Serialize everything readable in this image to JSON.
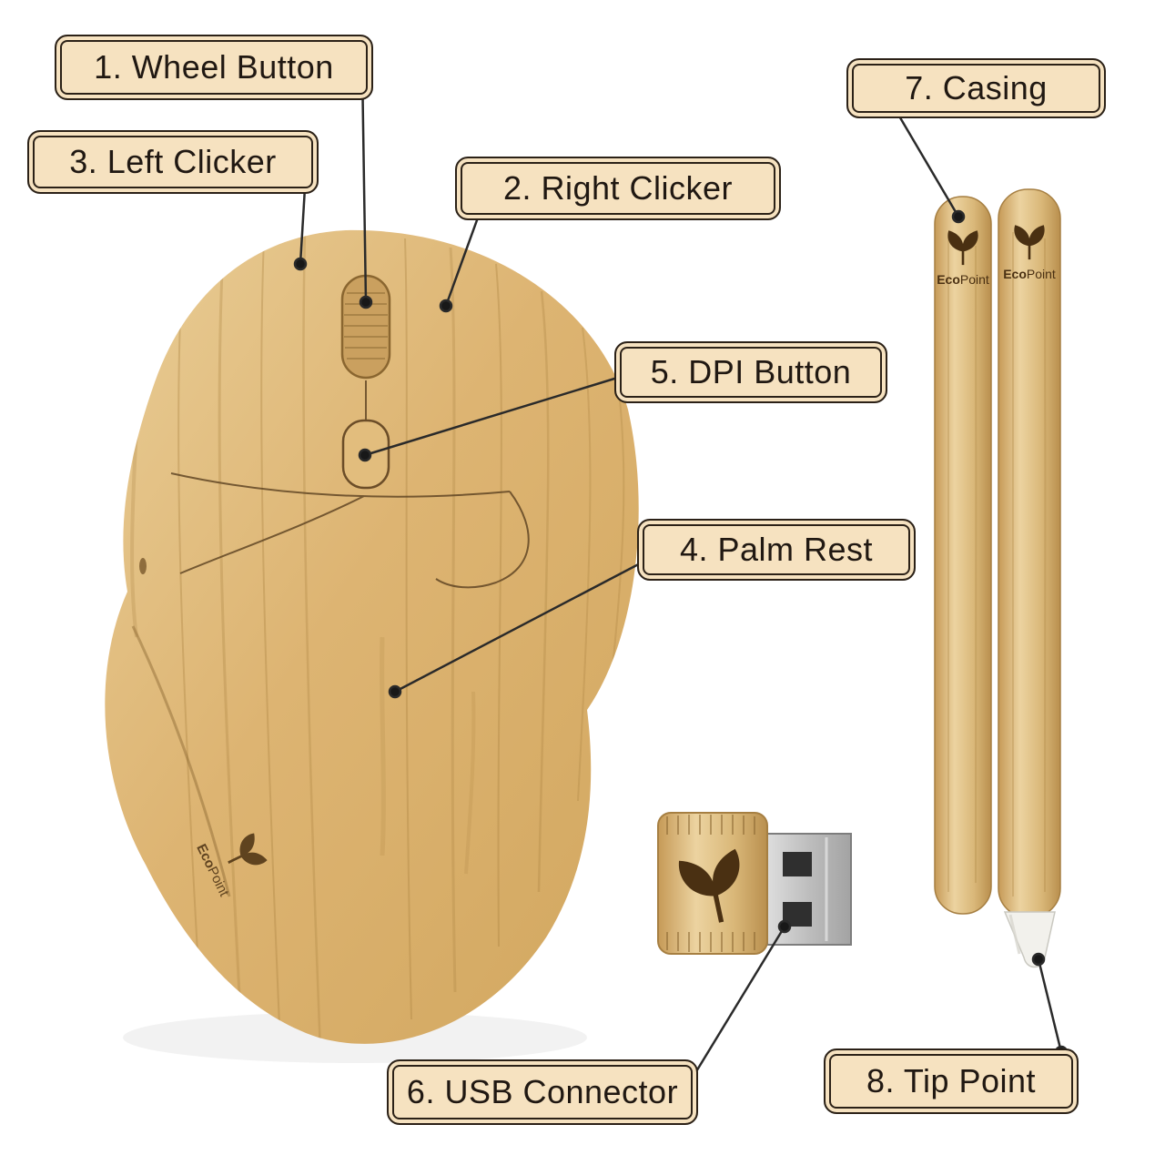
{
  "figure": {
    "type": "annotated product diagram",
    "subject": "Bamboo wireless mouse, USB receiver and eco pens"
  },
  "labels": [
    {
      "id": "wheel-button",
      "text": "1. Wheel Button"
    },
    {
      "id": "left-clicker",
      "text": "3. Left Clicker"
    },
    {
      "id": "right-clicker",
      "text": "2. Right Clicker"
    },
    {
      "id": "dpi-button",
      "text": "5. DPI Button"
    },
    {
      "id": "palm-rest",
      "text": "4. Palm Rest"
    },
    {
      "id": "usb-connector",
      "text": "6. USB Connector"
    },
    {
      "id": "casing",
      "text": "7. Casing"
    },
    {
      "id": "tip-point",
      "text": "8. Tip Point"
    }
  ],
  "branding": {
    "logo_prefix": "Eco",
    "logo_suffix": "Point"
  },
  "colors": {
    "background": "#ffffff",
    "label_bg": "#f6e2c0",
    "label_border": "#2b2117",
    "connector_line": "#2a2a2a",
    "bamboo_light": "#ecd19b",
    "bamboo_mid": "#ddb472",
    "bamboo_dark": "#b98f4e",
    "usb_metal": "#c6c6c6",
    "pen_tip_white": "#f2f1ec"
  }
}
